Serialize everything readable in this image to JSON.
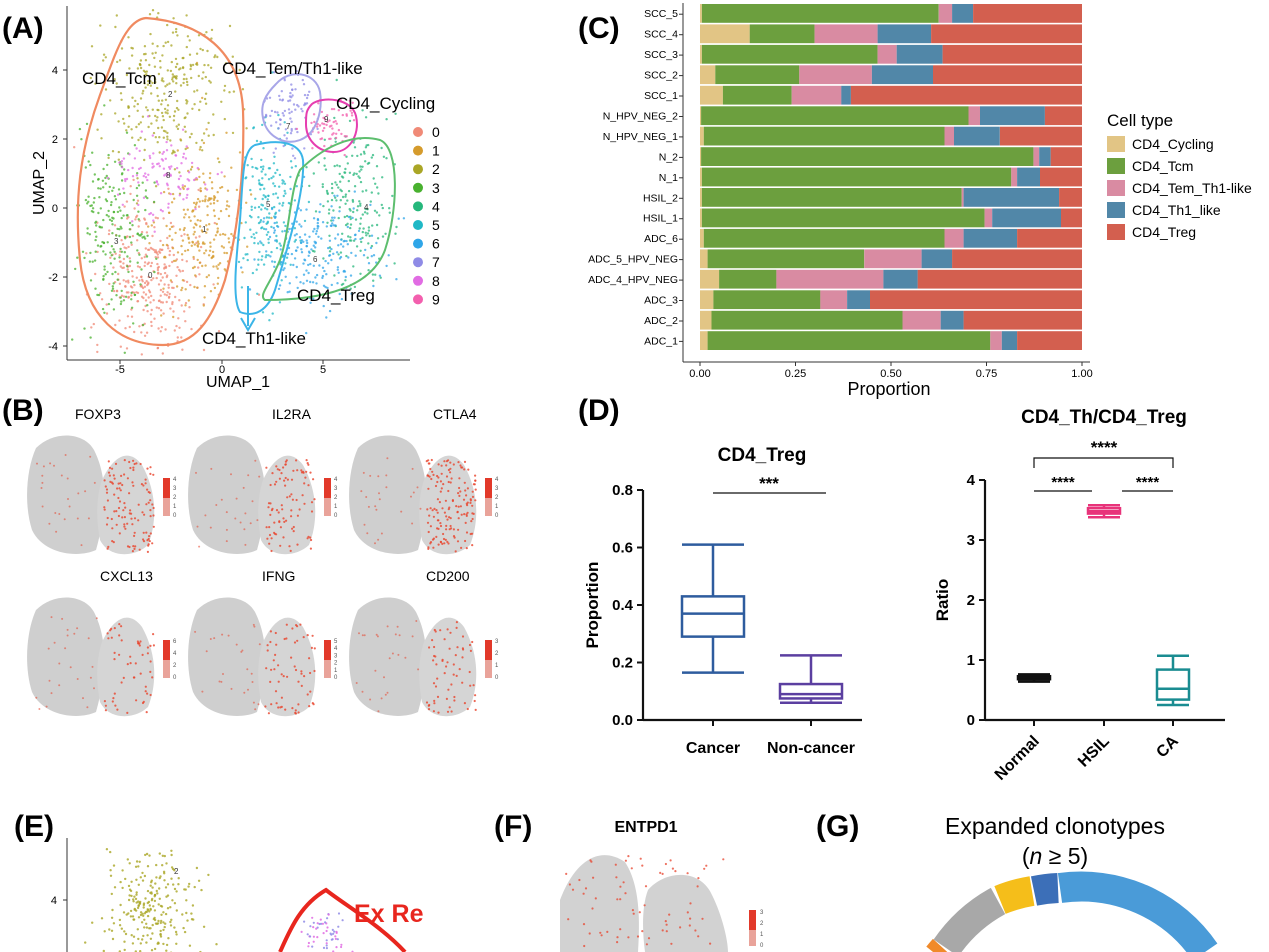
{
  "panels": {
    "A": "(A)",
    "B": "(B)",
    "C": "(C)",
    "D": "(D)",
    "E": "(E)",
    "F": "(F)",
    "G": "(G)"
  },
  "umap": {
    "xlabel": "UMAP_1",
    "ylabel": "UMAP_2",
    "xticks": [
      "-5",
      "0",
      "5"
    ],
    "yticks": [
      "4",
      "2",
      "0",
      "-2",
      "-4"
    ],
    "cluster_annotations": [
      "CD4_Tcm",
      "CD4_Tem/Th1-like",
      "CD4_Cycling",
      "CD4_Treg",
      "CD4_Th1-like"
    ],
    "legend": [
      {
        "label": "0",
        "color": "#F08A77"
      },
      {
        "label": "1",
        "color": "#D59B2C"
      },
      {
        "label": "2",
        "color": "#AAA626"
      },
      {
        "label": "3",
        "color": "#49B12F"
      },
      {
        "label": "4",
        "color": "#25B77B"
      },
      {
        "label": "5",
        "color": "#1FB8C6"
      },
      {
        "label": "6",
        "color": "#2FA6E8"
      },
      {
        "label": "7",
        "color": "#8F8BE6"
      },
      {
        "label": "8",
        "color": "#E16CE3"
      },
      {
        "label": "9",
        "color": "#F35FAE"
      }
    ]
  },
  "feature_plots": {
    "genes": [
      "FOXP3",
      "IL2RA",
      "CTLA4",
      "CXCL13",
      "IFNG",
      "CD200"
    ],
    "scales": [
      [
        "4",
        "3",
        "2",
        "1",
        "0"
      ],
      [
        "4",
        "3",
        "2",
        "1",
        "0"
      ],
      [
        "4",
        "3",
        "2",
        "1",
        "0"
      ],
      [
        "6",
        "4",
        "2",
        "0"
      ],
      [
        "5",
        "4",
        "3",
        "2",
        "1",
        "0"
      ],
      [
        "3",
        "2",
        "1",
        "0"
      ]
    ]
  },
  "chart_data": [
    {
      "type": "bar",
      "orientation": "horizontal-stacked",
      "categories": [
        "SCC_5",
        "SCC_4",
        "SCC_3",
        "SCC_2",
        "SCC_1",
        "N_HPV_NEG_2",
        "N_HPV_NEG_1",
        "N_2",
        "N_1",
        "HSIL_2",
        "HSIL_1",
        "ADC_6",
        "ADC_5_HPV_NEG",
        "ADC_4_HPV_NEG",
        "ADC_3",
        "ADC_2",
        "ADC_1"
      ],
      "series": [
        {
          "name": "CD4_Cycling",
          "color": "#E2C585",
          "values": [
            0.005,
            0.13,
            0.005,
            0.04,
            0.06,
            0.003,
            0.01,
            0.003,
            0.005,
            0.005,
            0.005,
            0.01,
            0.02,
            0.05,
            0.035,
            0.03,
            0.02
          ]
        },
        {
          "name": "CD4_Tcm",
          "color": "#6C9F3E",
          "values": [
            0.62,
            0.17,
            0.46,
            0.22,
            0.18,
            0.7,
            0.63,
            0.87,
            0.81,
            0.68,
            0.74,
            0.63,
            0.41,
            0.15,
            0.28,
            0.5,
            0.74
          ]
        },
        {
          "name": "CD4_Tem_Th1-like",
          "color": "#D98BA2",
          "values": [
            0.035,
            0.165,
            0.05,
            0.19,
            0.13,
            0.03,
            0.025,
            0.015,
            0.015,
            0.005,
            0.02,
            0.05,
            0.15,
            0.28,
            0.07,
            0.1,
            0.03
          ]
        },
        {
          "name": "CD4_Th1_like",
          "color": "#5187A8",
          "values": [
            0.055,
            0.14,
            0.12,
            0.16,
            0.025,
            0.17,
            0.12,
            0.03,
            0.06,
            0.25,
            0.18,
            0.14,
            0.08,
            0.09,
            0.06,
            0.06,
            0.04
          ]
        },
        {
          "name": "CD4_Treg",
          "color": "#D35F4F",
          "values": [
            0.285,
            0.395,
            0.365,
            0.39,
            0.605,
            0.097,
            0.215,
            0.082,
            0.11,
            0.06,
            0.055,
            0.17,
            0.34,
            0.43,
            0.555,
            0.31,
            0.17
          ]
        }
      ],
      "xlabel": "Proportion",
      "xticks": [
        "0.00",
        "0.25",
        "0.50",
        "0.75",
        "1.00"
      ],
      "xlim": [
        0,
        1
      ],
      "legend_title": "Cell type",
      "legend_position": "right"
    },
    {
      "type": "box",
      "title": "CD4_Treg",
      "ylabel": "Proportion",
      "ylim": [
        0,
        0.8
      ],
      "yticks": [
        "0.0",
        "0.2",
        "0.4",
        "0.6",
        "0.8"
      ],
      "categories": [
        "Cancer",
        "Non-cancer"
      ],
      "boxes": [
        {
          "name": "Cancer",
          "color": "#2E5C9E",
          "min": 0.165,
          "q1": 0.29,
          "median": 0.37,
          "q3": 0.43,
          "max": 0.61
        },
        {
          "name": "Non-cancer",
          "color": "#5B3FA0",
          "min": 0.06,
          "q1": 0.075,
          "median": 0.09,
          "q3": 0.125,
          "max": 0.225
        }
      ],
      "significance": [
        {
          "from": "Cancer",
          "to": "Non-cancer",
          "label": "***"
        }
      ]
    },
    {
      "type": "box",
      "title": "CD4_Th/CD4_Treg",
      "ylabel": "Ratio",
      "ylim": [
        0,
        4
      ],
      "yticks": [
        "0",
        "1",
        "2",
        "3",
        "4"
      ],
      "categories": [
        "Normal",
        "HSIL",
        "CA"
      ],
      "boxes": [
        {
          "name": "Normal",
          "color": "#111111",
          "min": 0.64,
          "q1": 0.68,
          "median": 0.71,
          "q3": 0.73,
          "max": 0.76
        },
        {
          "name": "HSIL",
          "color": "#E8337A",
          "min": 3.38,
          "q1": 3.44,
          "median": 3.48,
          "q3": 3.53,
          "max": 3.58
        },
        {
          "name": "CA",
          "color": "#1A8C91",
          "min": 0.25,
          "q1": 0.34,
          "median": 0.52,
          "q3": 0.84,
          "max": 1.07
        }
      ],
      "significance": [
        {
          "from": "Normal",
          "to": "HSIL",
          "label": "****"
        },
        {
          "from": "HSIL",
          "to": "CA",
          "label": "****"
        },
        {
          "from": "Normal",
          "to": "CA",
          "label": "****"
        }
      ]
    }
  ],
  "panelE": {
    "ytick": "4",
    "annotation": "Ex Re"
  },
  "panelF": {
    "gene": "ENTPD1",
    "scale": [
      "3",
      "2",
      "1",
      "0"
    ]
  },
  "panelG": {
    "title": "Expanded clonotypes",
    "subtitle_n": "n",
    "subtitle_rest": " ≥ 5)",
    "subtitle_open": "("
  }
}
